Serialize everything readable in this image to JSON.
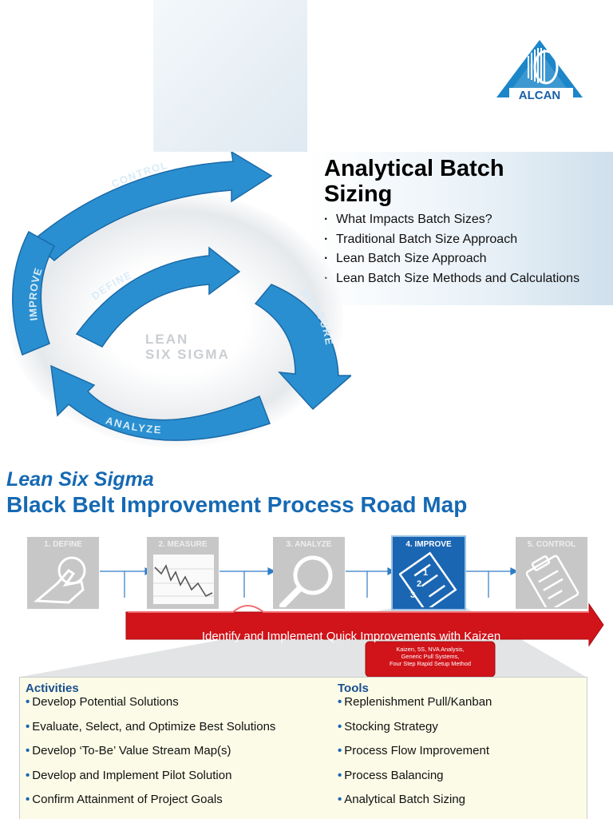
{
  "logo": {
    "text": "ALCAN"
  },
  "title": {
    "line1": "Analytical Batch",
    "line2": "Sizing"
  },
  "bullets": [
    "What Impacts Batch Sizes?",
    "Traditional Batch Size Approach",
    "Lean Batch Size Approach",
    "Lean Batch Size Methods and Calculations"
  ],
  "cycle": {
    "center_line1": "LEAN",
    "center_line2": "SIX SIGMA",
    "arrows": [
      "CONTROL",
      "IMPROVE",
      "DEFINE",
      "MEASURE",
      "ANALYZE"
    ]
  },
  "roadmap": {
    "subtitle": "Lean Six Sigma",
    "title": "Black Belt Improvement Process Road Map",
    "steps": [
      "1. DEFINE",
      "2. MEASURE",
      "3. ANALYZE",
      "4. IMPROVE",
      "5. CONTROL"
    ],
    "active_step": 4,
    "kaizen_text": "Identify and Implement Quick Improvements with Kaizen",
    "kaizen_sub_lines": [
      "Kaizen, 5S, NVA Analysis,",
      "Generic Pull Systems,",
      "Four Step Rapid Setup Method"
    ]
  },
  "activities": {
    "heading": "Activities",
    "items": [
      "Develop Potential Solutions",
      "Evaluate, Select, and Optimize Best Solutions",
      "Develop ‘To-Be’ Value Stream Map(s)",
      "Develop and Implement Pilot Solution",
      "Confirm Attainment of Project Goals"
    ]
  },
  "tools": {
    "heading": "Tools",
    "items": [
      "Replenishment Pull/Kanban",
      "Stocking Strategy",
      "Process Flow Improvement",
      "Process Balancing",
      "Analytical Batch Sizing"
    ]
  },
  "colors": {
    "brand_blue": "#1569b3",
    "arrow_blue": "#2a8fd0",
    "kaizen_red": "#d0141a",
    "step_gray": "#c7c7c7"
  }
}
